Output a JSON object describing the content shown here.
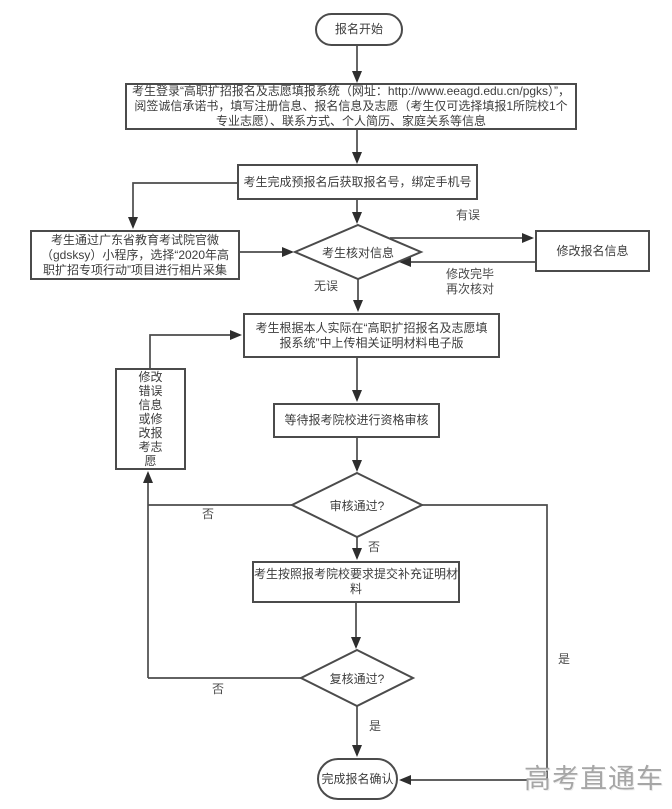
{
  "page": {
    "background": "#ffffff",
    "line_color": "#4b4b4b",
    "arrow_color": "#2e2e2e",
    "text_color": "#3d3d3d",
    "watermark_color": "#a6a6a6"
  },
  "nodes": {
    "start": {
      "label": "报名开始",
      "shape": "stadium"
    },
    "login": {
      "label": "考生登录“高职扩招报名及志愿填报系统（网址：http://www.eeagd.edu.cn/pgks）”，阅签诚信承诺书，填写注册信息、报名信息及志愿（考生仅可选择填报1所院校1个专业志愿）、联系方式、个人简历、家庭关系等信息",
      "shape": "rect"
    },
    "preregister": {
      "label": "考生完成预报名后获取报名号，绑定手机号",
      "shape": "rect"
    },
    "photo": {
      "label": "考生通过广东省教育考试院官微（gdsksy）小程序，选择“2020年高职扩招专项行动”项目进行相片采集",
      "shape": "rect"
    },
    "verify": {
      "label": "考生核对信息",
      "shape": "diamond"
    },
    "modify_info": {
      "label": "修改报名信息",
      "shape": "rect"
    },
    "upload": {
      "label": "考生根据本人实际在“高职扩招报名及志愿填报系统”中上传相关证明材料电子版",
      "shape": "rect"
    },
    "modify_narrow": {
      "label": "修改错误信息或修改报考志愿",
      "shape": "rect"
    },
    "wait_audit": {
      "label": "等待报考院校进行资格审核",
      "shape": "rect"
    },
    "audit": {
      "label": "审核通过?",
      "shape": "diamond"
    },
    "supplement": {
      "label": "考生按照报考院校要求提交补充证明材料",
      "shape": "rect"
    },
    "recheck": {
      "label": "复核通过?",
      "shape": "diamond"
    },
    "end": {
      "label": "完成报名确认",
      "shape": "stadium"
    }
  },
  "edge_labels": {
    "has_error": "有误",
    "modify_done_line1": "修改完毕",
    "modify_done_line2": "再次核对",
    "no_error": "无误",
    "audit_fail_left": "否",
    "audit_fail_down": "否",
    "audit_pass": "是",
    "recheck_fail": "否",
    "recheck_pass": "是"
  },
  "watermark": "高考直通车"
}
